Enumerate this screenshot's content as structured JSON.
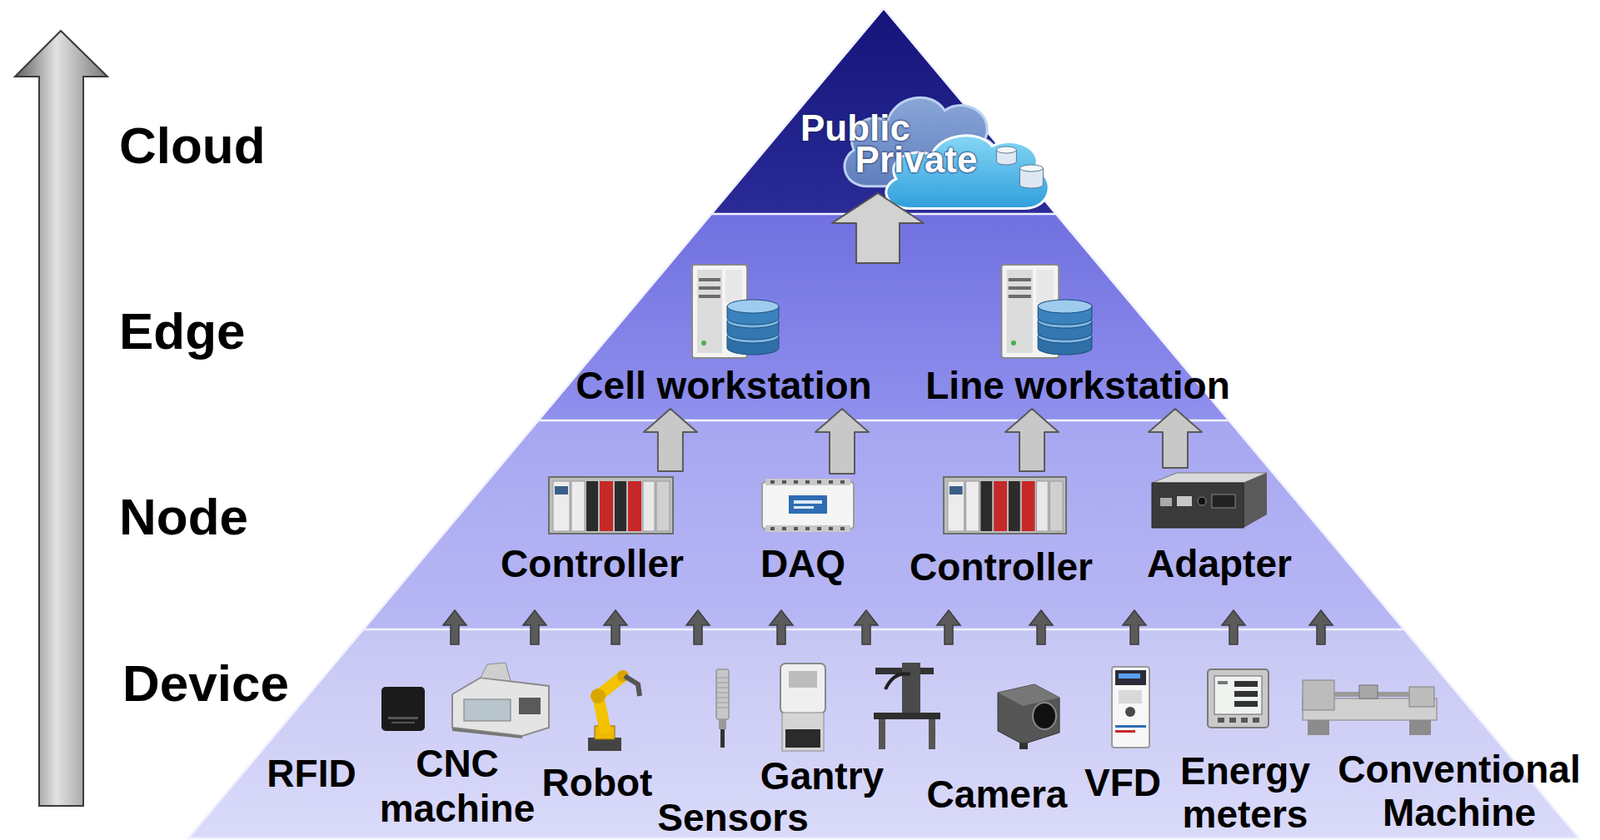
{
  "diagram": {
    "nodes": [
      {
        "text": [
          "Cloud"
        ]
      },
      {
        "text": [
          "Public"
        ],
        "in": 0
      },
      {
        "text": [
          "Private"
        ],
        "in": 0
      },
      {
        "text": [
          "Edge"
        ]
      },
      {
        "text": [
          "Cell workstation"
        ],
        "in": 3
      },
      {
        "text": [
          "Line workstation"
        ],
        "in": 3
      },
      {
        "text": [
          "Node"
        ]
      },
      {
        "text": [
          "Controller"
        ],
        "in": 6
      },
      {
        "text": [
          "DAQ"
        ],
        "in": 6
      },
      {
        "text": [
          "Controller"
        ],
        "in": 6
      },
      {
        "text": [
          "Adapter"
        ],
        "in": 6
      },
      {
        "text": [
          "Device"
        ]
      },
      {
        "text": [
          "RFID"
        ],
        "in": 11
      },
      {
        "text": [
          "CNC machine"
        ],
        "in": 11
      },
      {
        "text": [
          "Robot"
        ],
        "in": 11
      },
      {
        "text": [
          "Sensors"
        ],
        "in": 11
      },
      {
        "text": [
          "Gantry"
        ],
        "in": 11
      },
      {
        "text": [
          "Camera"
        ],
        "in": 11
      },
      {
        "text": [
          "VFD"
        ],
        "in": 11
      },
      {
        "text": [
          "Energy meters"
        ],
        "in": 11
      },
      {
        "text": [
          "Conventional Machine"
        ],
        "in": 11
      }
    ],
    "edges": [
      {
        "from": 3,
        "to": 1,
        "arrow": "to"
      },
      {
        "from": 7,
        "to": 4,
        "arrow": "to"
      },
      {
        "from": 8,
        "to": 4,
        "arrow": "to"
      },
      {
        "from": 9,
        "to": 5,
        "arrow": "to"
      },
      {
        "from": 10,
        "to": 5,
        "arrow": "to"
      }
    ]
  }
}
